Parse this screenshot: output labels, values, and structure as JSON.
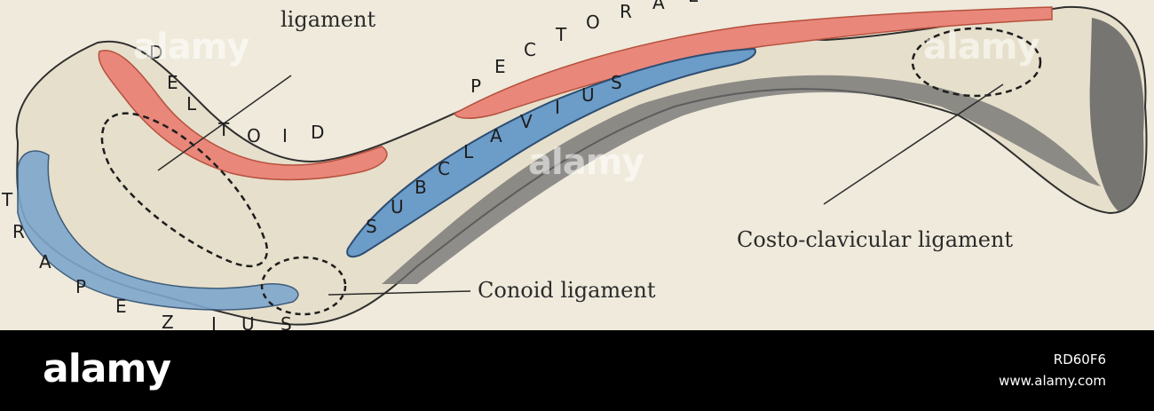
{
  "labels": {
    "trapezoid_top": "ligament",
    "costo_clavicular": "Costo-clavicular ligament",
    "conoid": "Conoid ligament"
  },
  "muscles": {
    "pectoral": "P E C T O R A L",
    "deltoid": "D E L T O I D",
    "subclavius": "S U B C L A V I U S",
    "trapezius": "T R A P E Z I U S"
  },
  "watermarks": [
    "alamy",
    "alamy",
    "alamy"
  ],
  "footer": {
    "logo": "alamy",
    "image_id": "RD60F6",
    "url": "www.alamy.com"
  },
  "colors": {
    "muscle_red": "#e9877a",
    "muscle_blue": "#6c9cc8",
    "bone_shade": "#4a4a4a",
    "paper": "#efeadb"
  }
}
